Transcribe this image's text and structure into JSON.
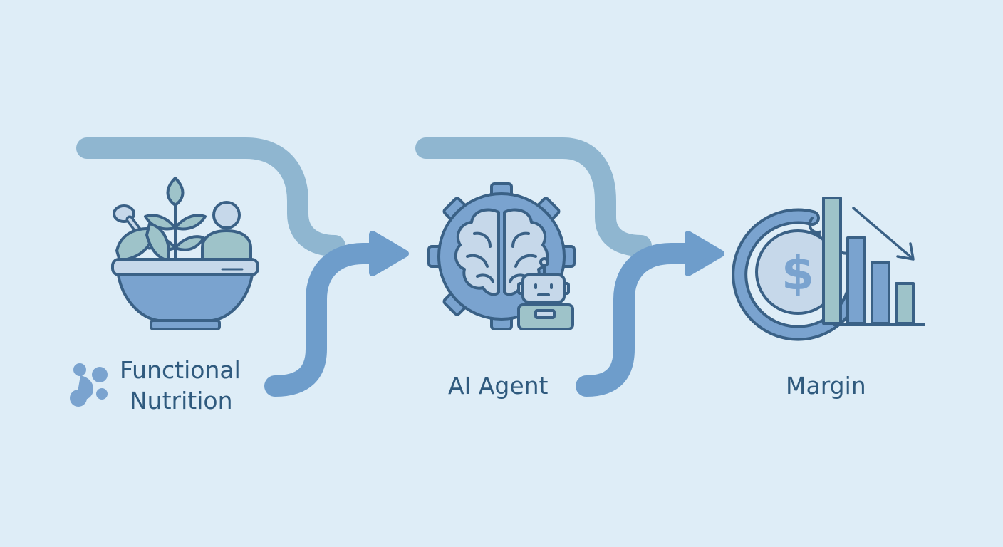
{
  "steps": [
    {
      "label_line1": "Functional",
      "label_line2": "Nutrition"
    },
    {
      "label": "AI Agent"
    },
    {
      "label": "Margin"
    }
  ],
  "icons": {
    "step1": "salad-bowl-person-icon",
    "step2": "brain-gear-robot-icon",
    "step3": "dollar-coin-declining-bars-icon",
    "logo": "molecule-logo-icon",
    "coin_symbol": "$"
  },
  "colors": {
    "background": "#deedf7",
    "stroke": "#3a6186",
    "fill_blue": "#7aa3cf",
    "fill_light": "#c6d8ea",
    "fill_green": "#9ec3c9",
    "connector_upper": "#8fb6d0",
    "connector_lower": "#6e9dcb",
    "text": "#2f5a7e"
  }
}
